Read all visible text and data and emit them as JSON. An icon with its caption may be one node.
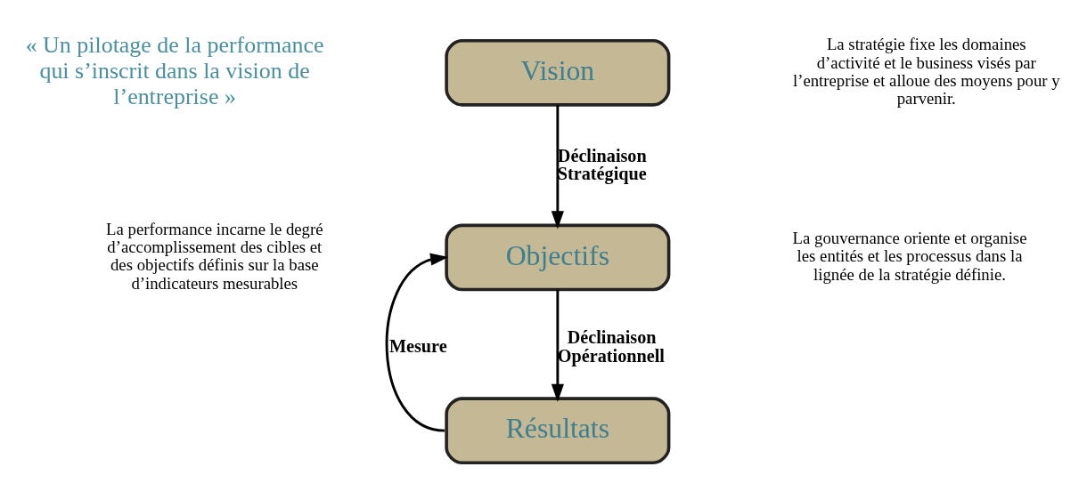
{
  "diagram": {
    "nodes": [
      {
        "text": [
          "Vision"
        ]
      },
      {
        "text": [
          "Objectifs"
        ]
      },
      {
        "text": [
          "Résultats"
        ]
      }
    ],
    "edges": [
      {
        "from": 0,
        "to": 1,
        "arrow": "to",
        "label": "Déclinaison Stratégique"
      },
      {
        "from": 1,
        "to": 2,
        "arrow": "to",
        "label": "Déclinaison Opérationnell"
      },
      {
        "from": 2,
        "to": 1,
        "arrow": "to",
        "label": "Mesure"
      }
    ],
    "labels": [
      "« Un pilotage de la performance qui s’inscrit dans la vision de l’entreprise »",
      "La stratégie fixe les domaines d’activité et le business visés par l’entreprise et alloue des moyens pour y parvenir.",
      "La performance incarne le degré d’accomplissement des cibles et des objectifs définis sur la base d’indicateurs mesurables",
      "La gouvernance oriente et organise les entités et les processus dans la lignée de la stratégie définie."
    ]
  }
}
